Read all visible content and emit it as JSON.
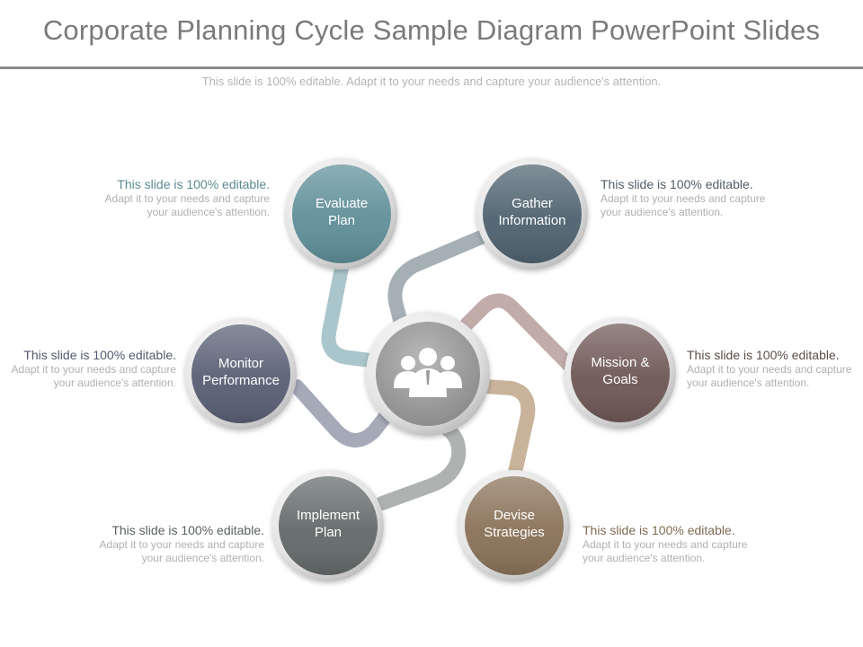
{
  "title": "Corporate Planning Cycle Sample Diagram PowerPoint Slides",
  "subtitle": "This slide is 100% editable. Adapt it to your needs and capture your audience's attention.",
  "center_icon": "people-group-icon",
  "nodes": [
    {
      "key": "evaluate",
      "lines": [
        "Evaluate",
        "Plan"
      ],
      "color": "#5f8f99",
      "connector": "#a9c6cc",
      "callout": {
        "head": "This slide is 100% editable.",
        "lines": [
          "Adapt it to your needs and capture",
          "your audience's attention."
        ],
        "head_color": "#5a8a94"
      }
    },
    {
      "key": "gather",
      "lines": [
        "Gather",
        "Information"
      ],
      "color": "#4f6370",
      "connector": "#a4b0b6",
      "callout": {
        "head": "This slide is 100% editable.",
        "lines": [
          "Adapt it to your needs and capture",
          "your audience's attention."
        ],
        "head_color": "#4d5e68"
      }
    },
    {
      "key": "mission",
      "lines": [
        "Mission &",
        "Goals"
      ],
      "color": "#6f5855",
      "connector": "#c2acaa",
      "callout": {
        "head": "This slide is 100% editable.",
        "lines": [
          "Adapt it to your needs and capture",
          "your audience's attention."
        ],
        "head_color": "#5e4c49"
      }
    },
    {
      "key": "devise",
      "lines": [
        "Devise",
        "Strategies"
      ],
      "color": "#8a7258",
      "connector": "#c9b49b",
      "callout": {
        "head": "This slide is 100% editable.",
        "lines": [
          "Adapt it to your needs and capture",
          "your audience's attention."
        ],
        "head_color": "#7f6a51"
      }
    },
    {
      "key": "implement",
      "lines": [
        "Implement",
        "Plan"
      ],
      "color": "#646a6a",
      "connector": "#aeb3b2",
      "callout": {
        "head": "This slide is 100% editable.",
        "lines": [
          "Adapt it to your needs and capture",
          "your audience's attention."
        ],
        "head_color": "#5b6060"
      }
    },
    {
      "key": "monitor",
      "lines": [
        "Monitor",
        "Performance"
      ],
      "color": "#596075",
      "connector": "#a5a9b8",
      "callout": {
        "head": "This slide is 100% editable.",
        "lines": [
          "Adapt it to your needs and capture",
          "your audience's attention."
        ],
        "head_color": "#535a6e"
      }
    }
  ]
}
